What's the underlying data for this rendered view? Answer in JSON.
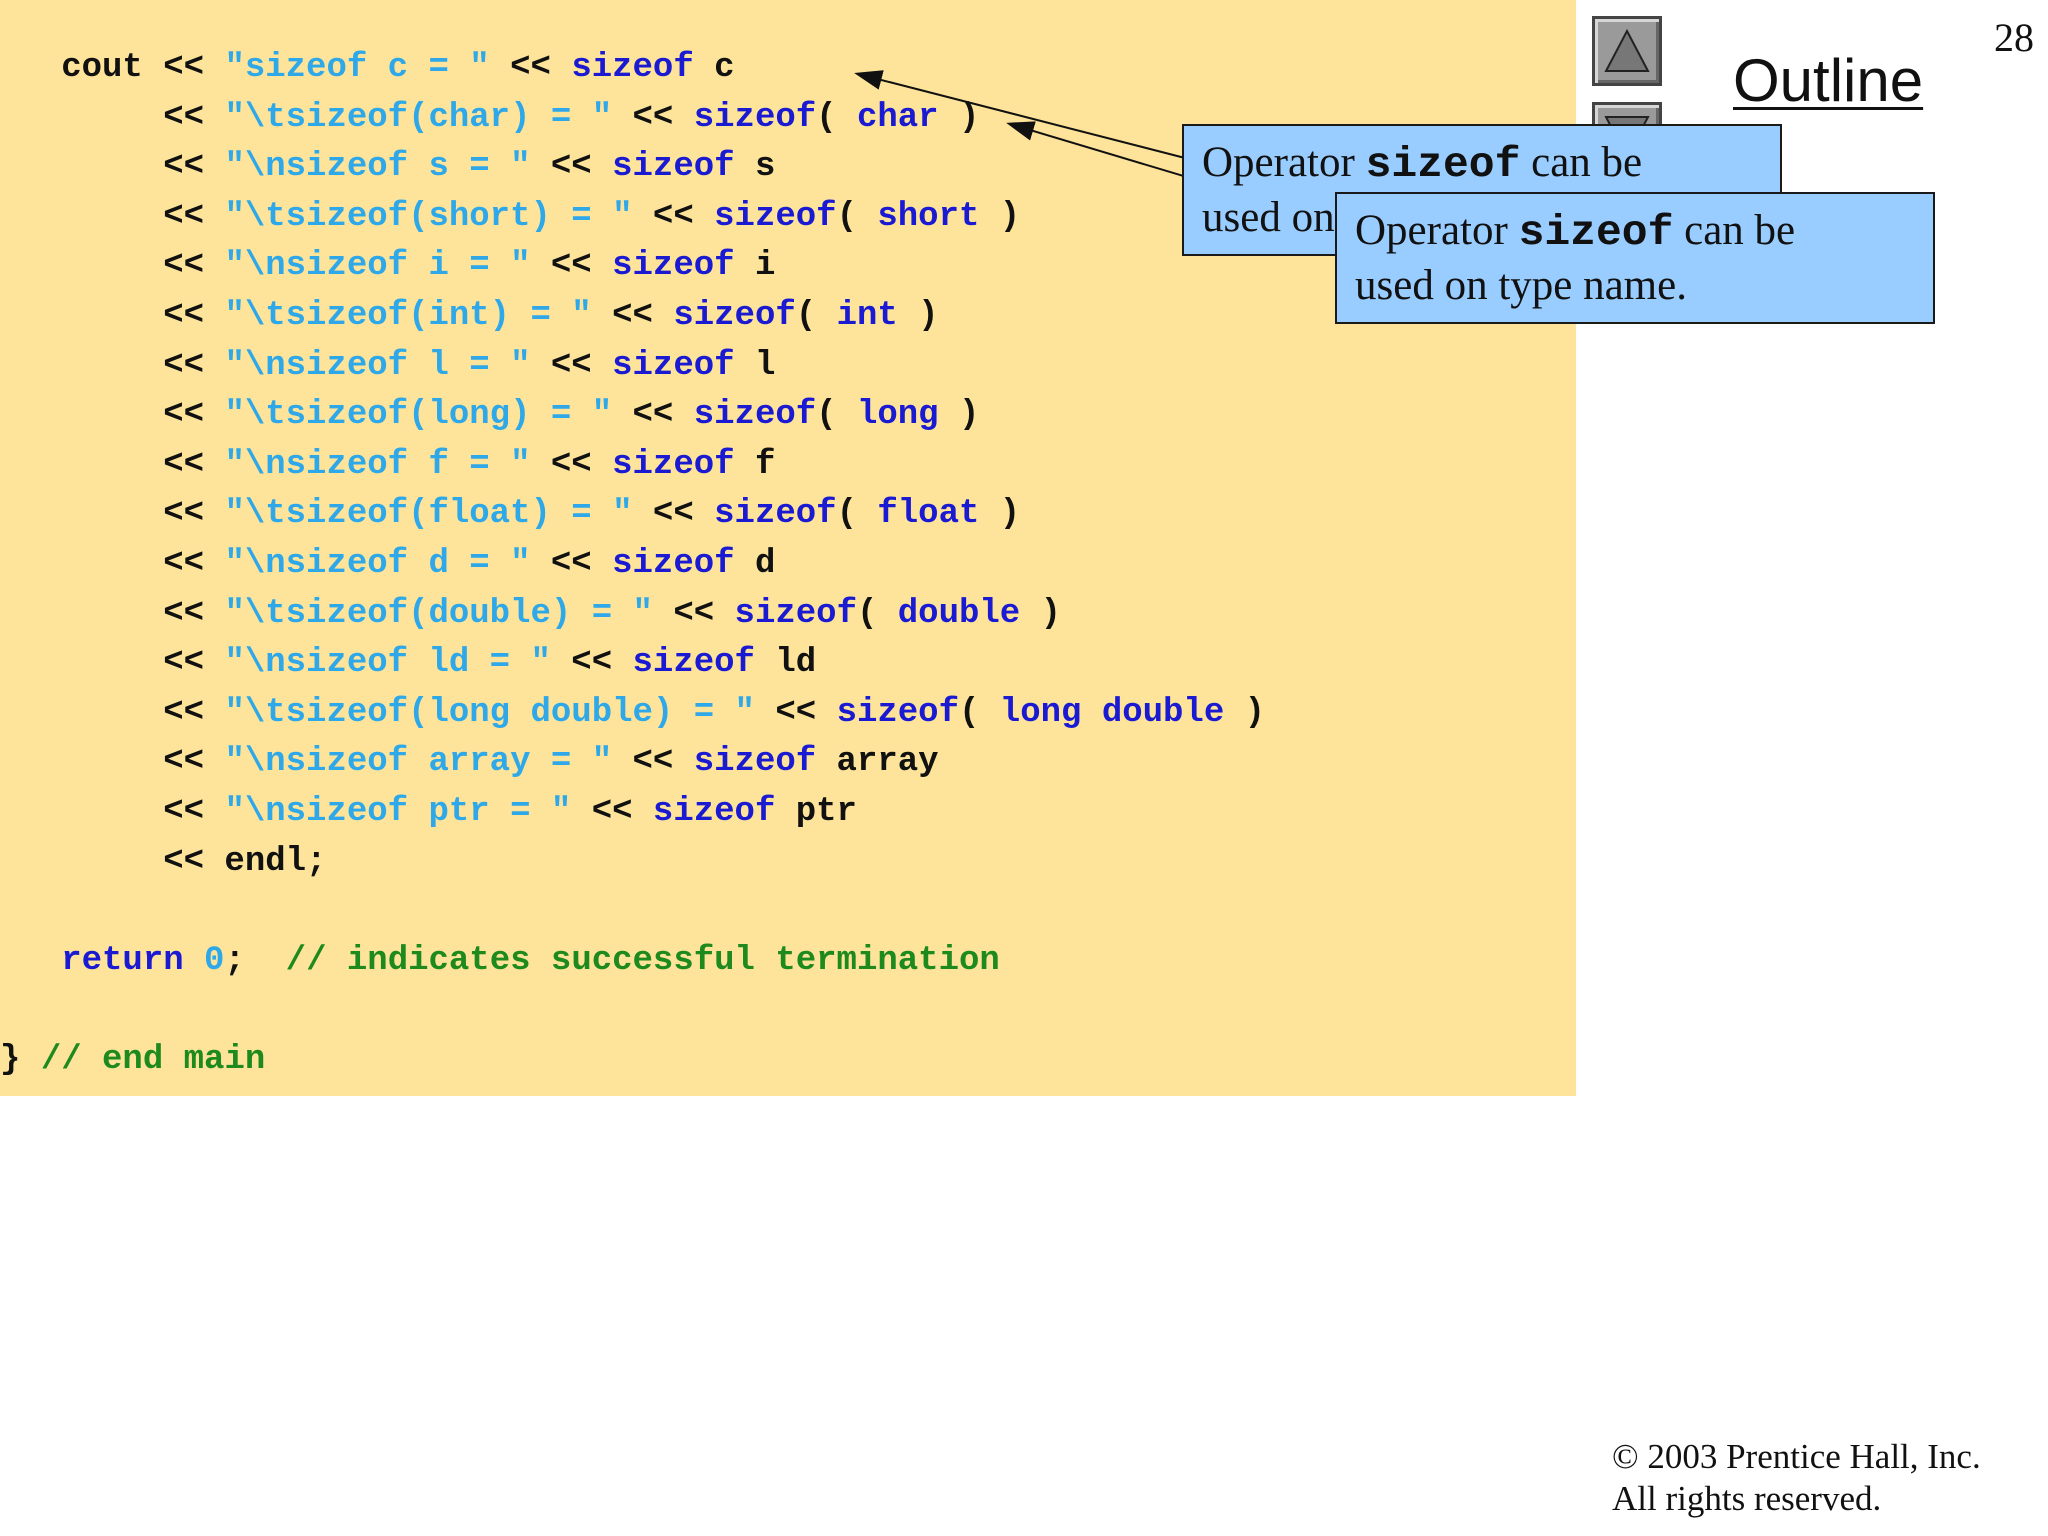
{
  "slide": {
    "page_number": "28",
    "outline_title": "Outline",
    "code_lines": [
      [
        {
          "t": "   cout << ",
          "c": "pl"
        },
        {
          "t": "\"sizeof c = \"",
          "c": "str"
        },
        {
          "t": " << ",
          "c": "pl"
        },
        {
          "t": "sizeof",
          "c": "kw"
        },
        {
          "t": " c",
          "c": "pl"
        }
      ],
      [
        {
          "t": "        << ",
          "c": "pl"
        },
        {
          "t": "\"\\tsizeof(char) = \"",
          "c": "str"
        },
        {
          "t": " << ",
          "c": "pl"
        },
        {
          "t": "sizeof",
          "c": "kw"
        },
        {
          "t": "( ",
          "c": "pl"
        },
        {
          "t": "char",
          "c": "kw"
        },
        {
          "t": " )",
          "c": "pl"
        }
      ],
      [
        {
          "t": "        << ",
          "c": "pl"
        },
        {
          "t": "\"\\nsizeof s = \"",
          "c": "str"
        },
        {
          "t": " << ",
          "c": "pl"
        },
        {
          "t": "sizeof",
          "c": "kw"
        },
        {
          "t": " s",
          "c": "pl"
        }
      ],
      [
        {
          "t": "        << ",
          "c": "pl"
        },
        {
          "t": "\"\\tsizeof(short) = \"",
          "c": "str"
        },
        {
          "t": " << ",
          "c": "pl"
        },
        {
          "t": "sizeof",
          "c": "kw"
        },
        {
          "t": "( ",
          "c": "pl"
        },
        {
          "t": "short",
          "c": "kw"
        },
        {
          "t": " )",
          "c": "pl"
        }
      ],
      [
        {
          "t": "        << ",
          "c": "pl"
        },
        {
          "t": "\"\\nsizeof i = \"",
          "c": "str"
        },
        {
          "t": " << ",
          "c": "pl"
        },
        {
          "t": "sizeof",
          "c": "kw"
        },
        {
          "t": " i",
          "c": "pl"
        }
      ],
      [
        {
          "t": "        << ",
          "c": "pl"
        },
        {
          "t": "\"\\tsizeof(int) = \"",
          "c": "str"
        },
        {
          "t": " << ",
          "c": "pl"
        },
        {
          "t": "sizeof",
          "c": "kw"
        },
        {
          "t": "( ",
          "c": "pl"
        },
        {
          "t": "int",
          "c": "kw"
        },
        {
          "t": " )",
          "c": "pl"
        }
      ],
      [
        {
          "t": "        << ",
          "c": "pl"
        },
        {
          "t": "\"\\nsizeof l = \"",
          "c": "str"
        },
        {
          "t": " << ",
          "c": "pl"
        },
        {
          "t": "sizeof",
          "c": "kw"
        },
        {
          "t": " l",
          "c": "pl"
        }
      ],
      [
        {
          "t": "        << ",
          "c": "pl"
        },
        {
          "t": "\"\\tsizeof(long) = \"",
          "c": "str"
        },
        {
          "t": " << ",
          "c": "pl"
        },
        {
          "t": "sizeof",
          "c": "kw"
        },
        {
          "t": "( ",
          "c": "pl"
        },
        {
          "t": "long",
          "c": "kw"
        },
        {
          "t": " )",
          "c": "pl"
        }
      ],
      [
        {
          "t": "        << ",
          "c": "pl"
        },
        {
          "t": "\"\\nsizeof f = \"",
          "c": "str"
        },
        {
          "t": " << ",
          "c": "pl"
        },
        {
          "t": "sizeof",
          "c": "kw"
        },
        {
          "t": " f",
          "c": "pl"
        }
      ],
      [
        {
          "t": "        << ",
          "c": "pl"
        },
        {
          "t": "\"\\tsizeof(float) = \"",
          "c": "str"
        },
        {
          "t": " << ",
          "c": "pl"
        },
        {
          "t": "sizeof",
          "c": "kw"
        },
        {
          "t": "( ",
          "c": "pl"
        },
        {
          "t": "float",
          "c": "kw"
        },
        {
          "t": " )",
          "c": "pl"
        }
      ],
      [
        {
          "t": "        << ",
          "c": "pl"
        },
        {
          "t": "\"\\nsizeof d = \"",
          "c": "str"
        },
        {
          "t": " << ",
          "c": "pl"
        },
        {
          "t": "sizeof",
          "c": "kw"
        },
        {
          "t": " d",
          "c": "pl"
        }
      ],
      [
        {
          "t": "        << ",
          "c": "pl"
        },
        {
          "t": "\"\\tsizeof(double) = \"",
          "c": "str"
        },
        {
          "t": " << ",
          "c": "pl"
        },
        {
          "t": "sizeof",
          "c": "kw"
        },
        {
          "t": "( ",
          "c": "pl"
        },
        {
          "t": "double",
          "c": "kw"
        },
        {
          "t": " )",
          "c": "pl"
        }
      ],
      [
        {
          "t": "        << ",
          "c": "pl"
        },
        {
          "t": "\"\\nsizeof ld = \"",
          "c": "str"
        },
        {
          "t": " << ",
          "c": "pl"
        },
        {
          "t": "sizeof",
          "c": "kw"
        },
        {
          "t": " ld",
          "c": "pl"
        }
      ],
      [
        {
          "t": "        << ",
          "c": "pl"
        },
        {
          "t": "\"\\tsizeof(long double) = \"",
          "c": "str"
        },
        {
          "t": " << ",
          "c": "pl"
        },
        {
          "t": "sizeof",
          "c": "kw"
        },
        {
          "t": "( ",
          "c": "pl"
        },
        {
          "t": "long double",
          "c": "kw"
        },
        {
          "t": " )",
          "c": "pl"
        }
      ],
      [
        {
          "t": "        << ",
          "c": "pl"
        },
        {
          "t": "\"\\nsizeof array = \"",
          "c": "str"
        },
        {
          "t": " << ",
          "c": "pl"
        },
        {
          "t": "sizeof",
          "c": "kw"
        },
        {
          "t": " array",
          "c": "pl"
        }
      ],
      [
        {
          "t": "        << ",
          "c": "pl"
        },
        {
          "t": "\"\\nsizeof ptr = \"",
          "c": "str"
        },
        {
          "t": " << ",
          "c": "pl"
        },
        {
          "t": "sizeof",
          "c": "kw"
        },
        {
          "t": " ptr",
          "c": "pl"
        }
      ],
      [
        {
          "t": "        << endl;",
          "c": "pl"
        }
      ],
      [
        {
          "t": "",
          "c": "pl"
        }
      ],
      [
        {
          "t": "   ",
          "c": "pl"
        },
        {
          "t": "return",
          "c": "kw"
        },
        {
          "t": " ",
          "c": "pl"
        },
        {
          "t": "0",
          "c": "num"
        },
        {
          "t": ";  ",
          "c": "pl"
        },
        {
          "t": "// indicates successful termination",
          "c": "cm"
        }
      ],
      [
        {
          "t": "",
          "c": "pl"
        }
      ],
      [
        {
          "t": "} ",
          "c": "pl"
        },
        {
          "t": "// end main",
          "c": "cm"
        }
      ]
    ],
    "callouts": [
      {
        "prefix": "Operator ",
        "keyword": "sizeof",
        "suffix": " can be",
        "line2": "used on"
      },
      {
        "prefix": "Operator ",
        "keyword": "sizeof",
        "suffix": " can be",
        "line2": "used on type name."
      }
    ],
    "nav": {
      "up_icon": "triangle-up-icon",
      "down_icon": "triangle-down-icon"
    },
    "copyright": {
      "line1": "© 2003 Prentice Hall, Inc.",
      "line2": "All rights reserved."
    },
    "colors": {
      "code_background": "#fde49a",
      "keyword": "#1a1ad2",
      "string": "#2ea8e8",
      "comment": "#1e8a1e",
      "callout_fill": "#99ccff"
    }
  }
}
